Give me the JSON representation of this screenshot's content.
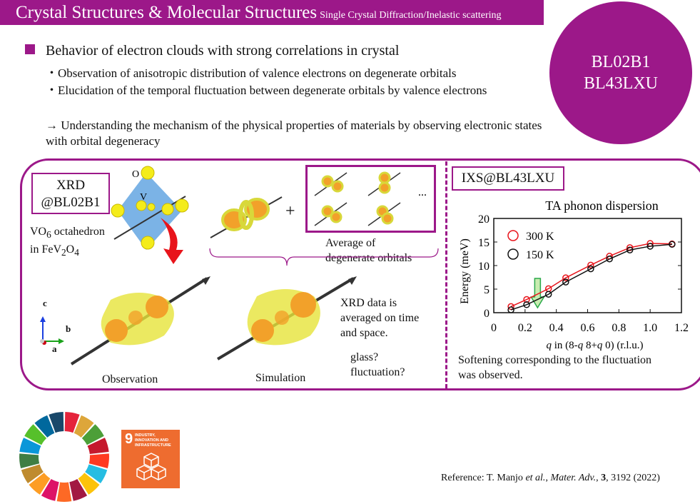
{
  "header": {
    "title": "Crystal Structures & Molecular Structures",
    "subtitle": "Single Crystal Diffraction/Inelastic scattering"
  },
  "beamlines": [
    "BL02B1",
    "BL43LXU"
  ],
  "heading": "Behavior of electron clouds with strong correlations in crystal",
  "points": [
    "・Observation of anisotropic distribution of valence electrons on degenerate orbitals",
    "・Elucidation of the temporal fluctuation between degenerate orbitals by valence electrons",
    "→ Understanding the mechanism of the physical properties of materials by observing electronic states with orbital degeneracy"
  ],
  "xrd": {
    "label_1": "XRD",
    "label_2": "@BL02B1",
    "atom_o": "O",
    "atom_v": "V",
    "octa_1": "VO",
    "octa_sub1": "6",
    "octa_2": " octahedron",
    "octa_3": "in FeV",
    "octa_sub2": "2",
    "octa_4": "O",
    "octa_sub3": "4",
    "plus": "+",
    "ellipsis": "...",
    "avg_1": "Average of",
    "avg_2": "degenerate orbitals",
    "axis_c": "c",
    "axis_b": "b",
    "axis_a": "a",
    "observation": "Observation",
    "simulation": "Simulation",
    "note_1": "XRD data is",
    "note_2": "averaged on time",
    "note_3": "and space.",
    "q1": "glass?",
    "q2": "fluctuation?"
  },
  "ixs": {
    "label": "IXS@BL43LXU",
    "caption_1": "Softening corresponding to the fluctuation",
    "caption_2": "was observed."
  },
  "chart_data": {
    "type": "line",
    "title": "TA phonon dispersion",
    "xlabel_q": "q",
    "xlabel_rest": " in (8-",
    "xlabel_q2": "q",
    "xlabel_rest2": " 8+",
    "xlabel_q3": "q",
    "xlabel_rest3": " 0) (r.l.u.)",
    "ylabel": "Energy (meV)",
    "xlim": [
      0,
      1.2
    ],
    "ylim": [
      0,
      20
    ],
    "xticks": [
      "0",
      "0.2",
      "0.4",
      "0.6",
      "0.8",
      "1.0",
      "1.2"
    ],
    "yticks": [
      "0",
      "5",
      "10",
      "15",
      "20"
    ],
    "x": [
      0.11,
      0.21,
      0.35,
      0.46,
      0.62,
      0.74,
      0.87,
      1.0,
      1.14
    ],
    "series": [
      {
        "name": "300 K",
        "color": "#e8141b",
        "values": [
          1.3,
          2.8,
          5.1,
          7.4,
          10.1,
          12.0,
          13.8,
          14.7,
          14.6
        ]
      },
      {
        "name": "150 K",
        "color": "#111111",
        "values": [
          0.6,
          1.7,
          3.9,
          6.5,
          9.3,
          11.4,
          13.3,
          14.1,
          14.5
        ]
      }
    ],
    "legend": "top-left",
    "arrow_q": 0.28
  },
  "sdg": {
    "number": "9",
    "text": "INDUSTRY, INNOVATION AND INFRASTRUCTURE"
  },
  "reference": {
    "prefix": "Reference: T.  Manjo ",
    "etal": "et al.",
    "sep": ", ",
    "journal": "Mater. Adv.",
    "sep2": ", ",
    "vol": "3",
    "rest": ", 3192 (2022)"
  }
}
